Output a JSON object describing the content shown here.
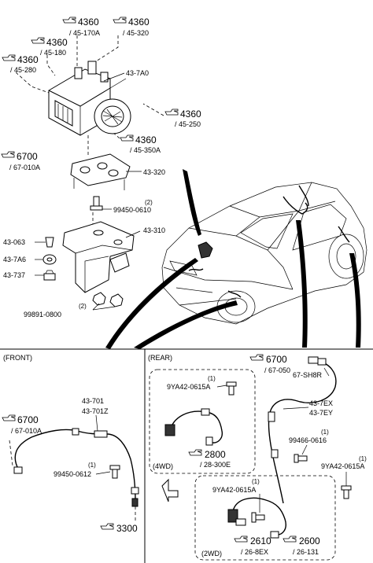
{
  "top": {
    "refs": {
      "r1": {
        "code": "4360",
        "sub": "/ 45-170A"
      },
      "r2": {
        "code": "4360",
        "sub": "/ 45-320"
      },
      "r3": {
        "code": "4360",
        "sub": "/ 45-180"
      },
      "r4": {
        "code": "4360",
        "sub": "/ 45-280"
      },
      "r5": {
        "code": "4360",
        "sub": "/ 45-250"
      },
      "r6": {
        "code": "4360",
        "sub": "/ 45-350A"
      },
      "r7": {
        "code": "6700",
        "sub": "/ 67-010A"
      }
    },
    "parts": {
      "p437a0": "43-7A0",
      "p43320": "43-320",
      "qty1": "(2)",
      "p99450": "99450-0610",
      "p43310": "43-310",
      "p43063": "43-063",
      "p437a6": "43-7A6",
      "p43737": "43-737",
      "qty2": "(2)",
      "p99891": "99891-0800"
    }
  },
  "front": {
    "title": "(FRONT)",
    "ref": {
      "code": "6700",
      "sub": "/ 67-010A"
    },
    "p43701": "43-701",
    "p43701z": "43-701Z",
    "qty": "(1)",
    "bolt": "99450-0612",
    "ref_bottom": "3300"
  },
  "rear": {
    "title": "(REAR)",
    "ref_top": {
      "code": "6700",
      "sub": "/ 67-050"
    },
    "sh8r": "67-SH8R",
    "p437ex": "43-7EX",
    "p437ey": "43-7EY",
    "qty_a": "(1)",
    "bolt_a": "99466-0616",
    "qty_b": "(1)",
    "bolt_b": "9YA42-0615A",
    "box4wd": {
      "qty": "(1)",
      "bolt": "9YA42-0615A",
      "tag": "(4WD)",
      "ref": {
        "code": "2800",
        "sub": "/ 28-300E"
      }
    },
    "box2wd": {
      "qty": "(1)",
      "bolt": "9YA42-0615A",
      "tag": "(2WD)",
      "ref1": {
        "code": "2610",
        "sub": "/ 26-8EX"
      },
      "ref2": {
        "code": "2600",
        "sub": "/ 26-131"
      }
    }
  }
}
